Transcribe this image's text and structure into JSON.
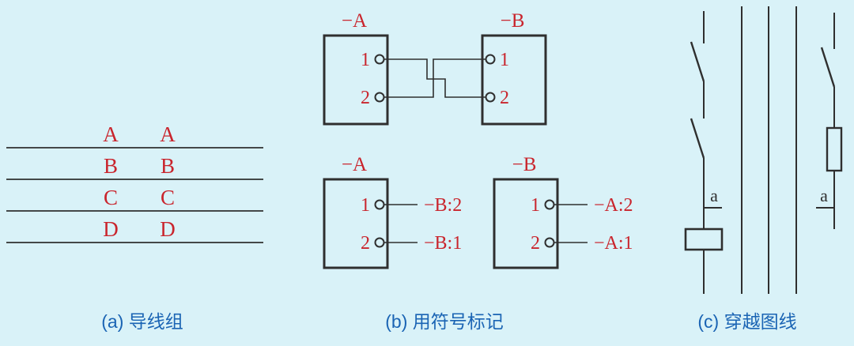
{
  "colors": {
    "background": "#d9f2f8",
    "line": "#2f2f2f",
    "red": "#c9252d",
    "blue": "#1a64b4"
  },
  "panel_a": {
    "caption": "(a) 导线组",
    "wires": [
      "A",
      "B",
      "C",
      "D"
    ]
  },
  "panel_b": {
    "caption": "(b) 用符号标记",
    "top": {
      "left_label": "−A",
      "right_label": "−B",
      "left_terms": [
        "1",
        "2"
      ],
      "right_terms": [
        "1",
        "2"
      ]
    },
    "bottom": {
      "left_label": "−A",
      "right_label": "−B",
      "left_terms": [
        "1",
        "2"
      ],
      "left_refs": [
        "−B:2",
        "−B:1"
      ],
      "right_terms": [
        "1",
        "2"
      ],
      "right_refs": [
        "−A:2",
        "−A:1"
      ]
    }
  },
  "panel_c": {
    "caption": "(c) 穿越图线",
    "left_tag": "a",
    "right_tag": "a"
  }
}
